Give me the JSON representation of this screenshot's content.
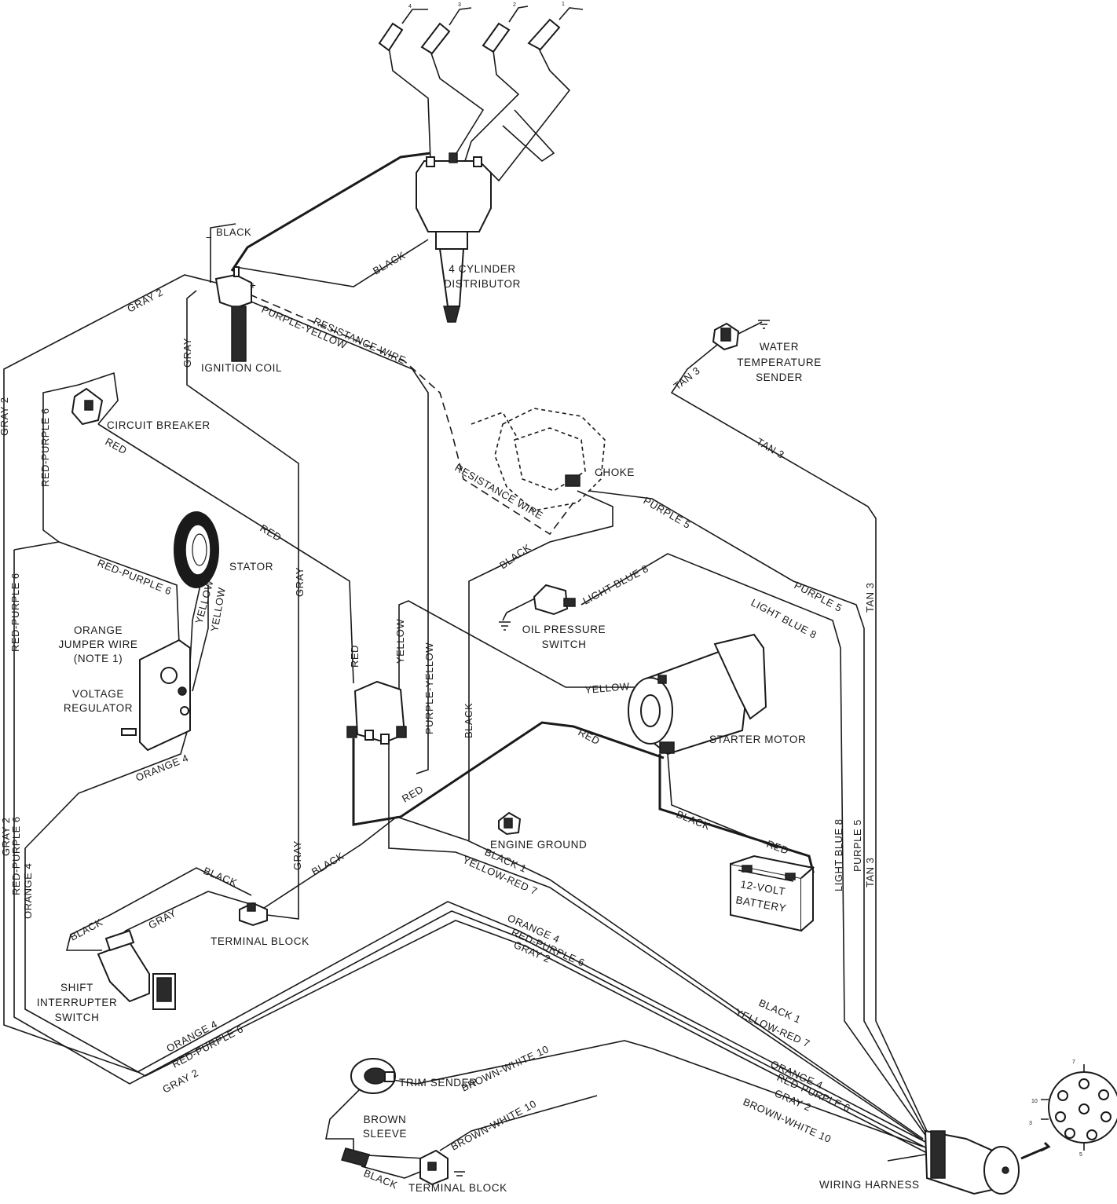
{
  "components": {
    "distributor": [
      "4 CYLINDER",
      "DISTRIBUTOR"
    ],
    "ignition_coil": "IGNITION COIL",
    "water_temp_sender": [
      "WATER",
      "TEMPERATURE",
      "SENDER"
    ],
    "circuit_breaker": "CIRCUIT BREAKER",
    "choke": "CHOKE",
    "stator": "STATOR",
    "oil_pressure_switch": [
      "OIL PRESSURE",
      "SWITCH"
    ],
    "orange_jumper": [
      "ORANGE",
      "JUMPER WIRE",
      "(NOTE 1)"
    ],
    "voltage_regulator": [
      "VOLTAGE",
      "REGULATOR"
    ],
    "starter_motor": "STARTER MOTOR",
    "engine_ground": "ENGINE GROUND",
    "battery": [
      "12-VOLT",
      "BATTERY"
    ],
    "terminal_block_upper": "TERMINAL BLOCK",
    "shift_interrupter": [
      "SHIFT",
      "INTERRUPTER",
      "SWITCH"
    ],
    "trim_sender": "TRIM SENDER",
    "brown_sleeve": [
      "BROWN",
      "SLEEVE"
    ],
    "terminal_block_lower": "TERMINAL BLOCK",
    "wiring_harness": "WIRING HARNESS"
  },
  "coil_terminals": {
    "negative": "−",
    "positive": "+"
  },
  "wire_labels": {
    "black_coil_top": "BLACK",
    "black_dist": "BLACK",
    "gray2_top": "GRAY 2",
    "resistance_wire_top": "RESISTANCE WIRE",
    "purple_yellow_top": "PURPLE-YELLOW",
    "gray_coil": "GRAY",
    "gray2_left_top": "GRAY 2",
    "red_purple6_cb": "RED-PURPLE 6",
    "red_cb": "RED",
    "red_mid": "RED",
    "gray_mid": "GRAY",
    "red_purple6_reg": "RED-PURPLE 6",
    "red_purple6_left": "RED-PURPLE 6",
    "tan3_sender": "TAN 3",
    "tan3_diag": "TAN 3",
    "tan3_vert_upper": "TAN 3",
    "resistance_wire_choke": "RESISTANCE WIRE",
    "purple5_choke": "PURPLE 5",
    "black_choke": "BLACK",
    "light_blue8_oil": "LIGHT BLUE 8",
    "purple5_diag": "PURPLE 5",
    "light_blue8_diag": "LIGHT BLUE 8",
    "yellow_stator1": "YELLOW",
    "yellow_stator2": "YELLOW",
    "red_solenoid": "RED",
    "yellow_solenoid": "YELLOW",
    "purple_yellow_vert": "PURPLE-YELLOW",
    "black_vert": "BLACK",
    "yellow_starter": "YELLOW",
    "red_starter": "RED",
    "orange4_reg": "ORANGE 4",
    "red_harness": "RED",
    "black_starter": "BLACK",
    "red_battery": "RED",
    "gray2_left_bottom": "GRAY 2",
    "red_purple6_left_bottom": "RED-PURPLE 6",
    "orange4_left": "ORANGE 4",
    "gray_tb": "GRAY",
    "black_tb_right": "BLACK",
    "black_tb": "BLACK",
    "black_shift": "BLACK",
    "gray_shift": "GRAY",
    "black1_ground": "BLACK 1",
    "yellow_red7_ground": "YELLOW-RED 7",
    "orange4_bundle": "ORANGE 4",
    "red_purple6_bundle": "RED-PURPLE 6",
    "gray2_bundle": "GRAY 2",
    "light_blue8_vert": "LIGHT BLUE 8",
    "purple5_vert": "PURPLE 5",
    "tan3_vert_lower": "TAN 3",
    "black1_harness": "BLACK 1",
    "yellow_red7_harness": "YELLOW-RED 7",
    "orange4_harness": "ORANGE 4",
    "red_purple6_harness": "RED-PURPLE 6",
    "gray2_harness": "GRAY 2",
    "brown_white10_harness": "BROWN-WHITE 10",
    "orange4_lower_left": "ORANGE 4",
    "red_purple6_lower_left": "RED-PURPLE 6",
    "gray2_lower_left": "GRAY 2",
    "brown_white10_trim": "BROWN-WHITE 10",
    "brown_white10_tb": "BROWN-WHITE 10",
    "black_trim_tb": "BLACK"
  },
  "connector_pins": {
    "top": "7",
    "left_upper": "10",
    "left_lower": "3",
    "bottom": "5"
  }
}
